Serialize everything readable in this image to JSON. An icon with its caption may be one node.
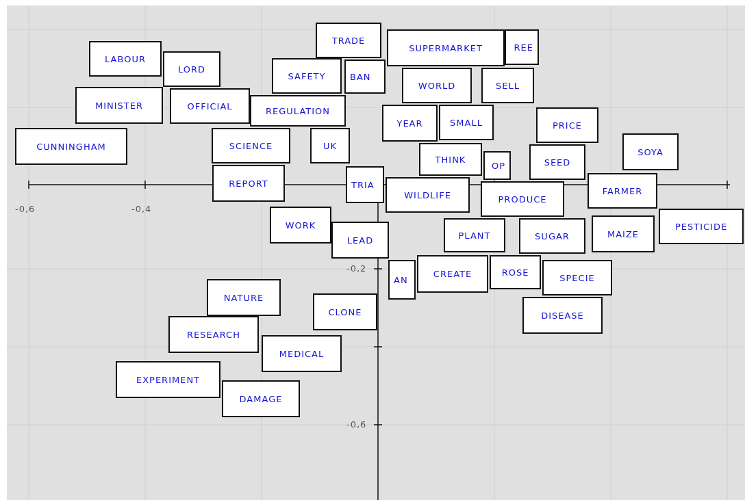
{
  "diagram": {
    "nodes": [
      {
        "text": [
          "REE"
        ]
      },
      {
        "text": [
          "BAN"
        ]
      },
      {
        "text": [
          "TRIA"
        ]
      },
      {
        "text": [
          "OP"
        ]
      },
      {
        "text": [
          "AN"
        ]
      },
      {
        "text": [
          "LABOUR"
        ]
      },
      {
        "text": [
          "LORD"
        ]
      },
      {
        "text": [
          "MINISTER"
        ]
      },
      {
        "text": [
          "OFFICIAL"
        ]
      },
      {
        "text": [
          "SAFETY"
        ]
      },
      {
        "text": [
          "TRADE"
        ]
      },
      {
        "text": [
          "SUPERMARKET"
        ]
      },
      {
        "text": [
          "REGULATION"
        ]
      },
      {
        "text": [
          "WORLD"
        ]
      },
      {
        "text": [
          "SELL"
        ]
      },
      {
        "text": [
          "YEAR"
        ]
      },
      {
        "text": [
          "SMALL"
        ]
      },
      {
        "text": [
          "PRICE"
        ]
      },
      {
        "text": [
          "CUNNINGHAM"
        ]
      },
      {
        "text": [
          "SCIENCE"
        ]
      },
      {
        "text": [
          "UK"
        ]
      },
      {
        "text": [
          "SOYA"
        ]
      },
      {
        "text": [
          "THINK"
        ]
      },
      {
        "text": [
          "SEED"
        ]
      },
      {
        "text": [
          "REPORT"
        ]
      },
      {
        "text": [
          "WILDLIFE"
        ]
      },
      {
        "text": [
          "FARMER"
        ]
      },
      {
        "text": [
          "PRODUCE"
        ]
      },
      {
        "text": [
          "PESTICIDE"
        ]
      },
      {
        "text": [
          "WORK"
        ]
      },
      {
        "text": [
          "LEAD"
        ]
      },
      {
        "text": [
          "PLANT"
        ]
      },
      {
        "text": [
          "SUGAR"
        ]
      },
      {
        "text": [
          "MAIZE"
        ]
      },
      {
        "text": [
          "ROSE"
        ]
      },
      {
        "text": [
          "CREATE"
        ]
      },
      {
        "text": [
          "SPECIE"
        ]
      },
      {
        "text": [
          "NATURE"
        ]
      },
      {
        "text": [
          "CLONE"
        ]
      },
      {
        "text": [
          "DISEASE"
        ]
      },
      {
        "text": [
          "RESEARCH"
        ]
      },
      {
        "text": [
          "MEDICAL"
        ]
      },
      {
        "text": [
          "EXPERIMENT"
        ]
      },
      {
        "text": [
          "DAMAGE"
        ]
      }
    ],
    "labels": [
      "-0,6",
      "-0,4",
      "-0,2",
      "-0,6"
    ]
  }
}
